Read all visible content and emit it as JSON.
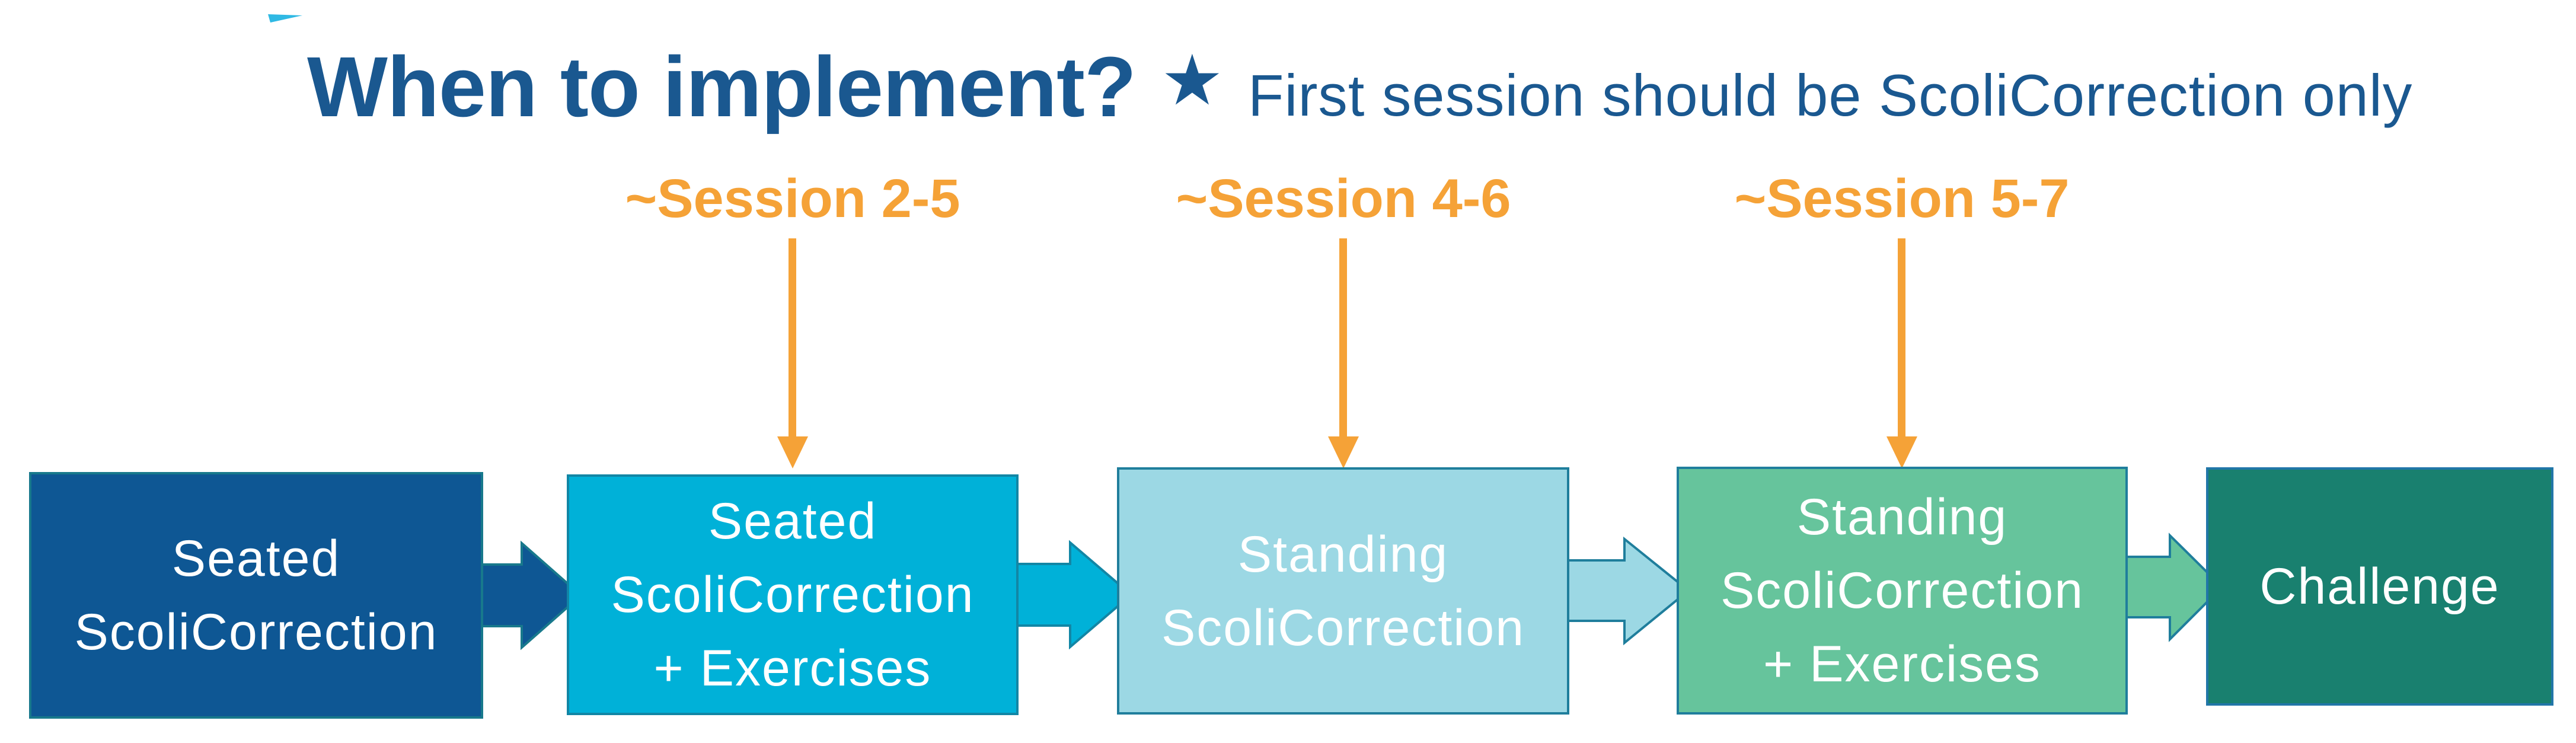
{
  "slide": {
    "title": "When to implement?",
    "star_icon": "★",
    "note": "First session should be ScoliCorrection only"
  },
  "annotations": [
    {
      "label": "~Session 2-5",
      "points_to": "Seated ScoliCorrection + Exercises"
    },
    {
      "label": "~Session 4-6",
      "points_to": "Standing ScoliCorrection"
    },
    {
      "label": "~Session 5-7",
      "points_to": "Standing ScoliCorrection + Exercises"
    }
  ],
  "flow": {
    "steps": [
      {
        "lines": [
          "Seated",
          "ScoliCorrection"
        ]
      },
      {
        "lines": [
          "Seated",
          "ScoliCorrection",
          "+ Exercises"
        ]
      },
      {
        "lines": [
          "Standing",
          "ScoliCorrection"
        ]
      },
      {
        "lines": [
          "Standing",
          "ScoliCorrection",
          "+ Exercises"
        ]
      },
      {
        "lines": [
          "Challenge"
        ]
      }
    ]
  },
  "colors": {
    "heading": "#1A5890",
    "accent_orange": "#F5A237",
    "swoosh": "#2FB9E4",
    "text_light": "#FFFFFF",
    "step1": "#0E5794",
    "step1_border": "#18798C",
    "step2": "#00B1D8",
    "step2_border": "#1286A5",
    "step3": "#9CD8E4",
    "step3_border": "#1F7E9C",
    "step4": "#66C49C",
    "step4_border": "#1F7E9C",
    "step5": "#19806F",
    "step5_border": "#2176A8"
  }
}
